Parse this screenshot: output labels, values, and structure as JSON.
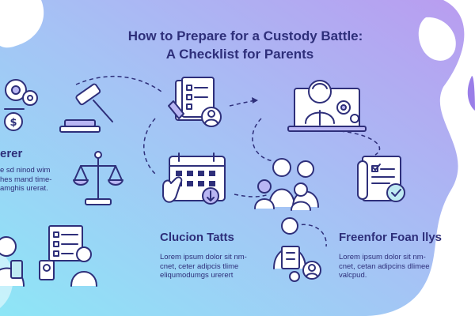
{
  "title_line1": "How to Prepare for a Custody Battle:",
  "title_line2": "A Checklist for Parents",
  "left": {
    "heading": "erer",
    "text1": "e sd ninod wim",
    "text2": "hes mand time-",
    "text3": "amghis urerat."
  },
  "section_a": {
    "heading": "Clucion Tatts",
    "text1": "Lorem ipsum dolor sit nm-",
    "text2": "cnet, ceter adipcis tlime",
    "text3": "eliqumodumgs urerert"
  },
  "section_b": {
    "heading": "Freenfor Foan llys",
    "text1": "Lorem ipsum dolor sit nm-",
    "text2": "cnet, cetan adipcins dlimee",
    "text3": "valcpud."
  },
  "colors": {
    "ink": "#2e2f7a",
    "blob_cyan": "#8ee3f5",
    "blob_purple": "#b79cf0",
    "accent_purple": "#b9b6f3"
  }
}
